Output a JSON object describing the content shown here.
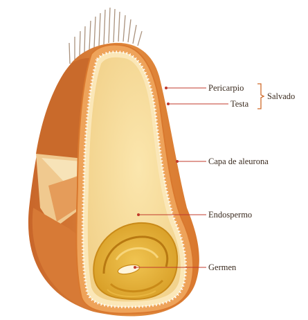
{
  "labels": {
    "pericarp": "Pericarpio",
    "testa": "Testa",
    "bran": "Salvado",
    "aleurone": "Capa de aleurona",
    "endosperm": "Endospermo",
    "germ": "Germen"
  },
  "colors": {
    "outer_shell": "#d9782e",
    "outer_shade": "#c2611f",
    "endosperm": "#f6dc96",
    "germ_outer": "#e9b640",
    "germ_ring": "#c98a18",
    "leader_line": "#c0392b",
    "bracket": "#d06a2a"
  }
}
